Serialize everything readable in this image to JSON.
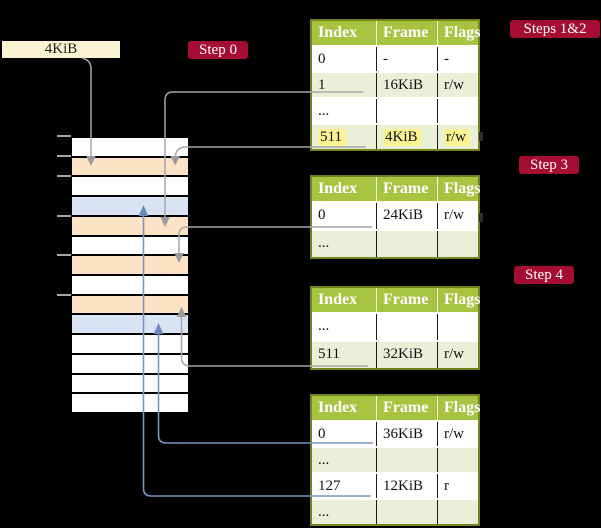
{
  "figure": {
    "frame_label": "4KiB",
    "badges": {
      "step0": "Step 0",
      "steps12": "Steps 1&2",
      "step3": "Step 3",
      "step4": "Step 4"
    }
  },
  "memory": {
    "rows": [
      "white",
      "orange",
      "white",
      "blue",
      "orange",
      "white",
      "orange",
      "white",
      "orange",
      "blue",
      "white",
      "white",
      "white",
      "white"
    ]
  },
  "tables": [
    {
      "title": "page-table-steps-1-2",
      "headers": [
        "Index",
        "Frame",
        "Flags"
      ],
      "rows": [
        {
          "cells": [
            "0",
            "-",
            "-"
          ],
          "shaded": false,
          "highlighted": false
        },
        {
          "cells": [
            "1",
            "16KiB",
            "r/w"
          ],
          "shaded": true,
          "highlighted": false
        },
        {
          "cells": [
            "...",
            "",
            ""
          ],
          "shaded": false,
          "highlighted": false
        },
        {
          "cells": [
            "511",
            "4KiB",
            "r/w"
          ],
          "shaded": true,
          "highlighted": true
        }
      ]
    },
    {
      "title": "page-table-step-3",
      "headers": [
        "Index",
        "Frame",
        "Flags"
      ],
      "rows": [
        {
          "cells": [
            "0",
            "24KiB",
            "r/w"
          ],
          "shaded": false,
          "highlighted": false
        },
        {
          "cells": [
            "...",
            "",
            ""
          ],
          "shaded": true,
          "highlighted": false
        }
      ]
    },
    {
      "title": "page-table-step-4",
      "headers": [
        "Index",
        "Frame",
        "Flags"
      ],
      "rows": [
        {
          "cells": [
            "...",
            "",
            ""
          ],
          "shaded": false,
          "highlighted": false
        },
        {
          "cells": [
            "511",
            "32KiB",
            "r/w"
          ],
          "shaded": true,
          "highlighted": false
        }
      ]
    },
    {
      "title": "page-table-final",
      "headers": [
        "Index",
        "Frame",
        "Flags"
      ],
      "rows": [
        {
          "cells": [
            "0",
            "36KiB",
            "r/w"
          ],
          "shaded": false,
          "highlighted": false
        },
        {
          "cells": [
            "...",
            "",
            ""
          ],
          "shaded": true,
          "highlighted": false
        },
        {
          "cells": [
            "127",
            "12KiB",
            "r"
          ],
          "shaded": false,
          "highlighted": false
        },
        {
          "cells": [
            "...",
            "",
            ""
          ],
          "shaded": true,
          "highlighted": false
        }
      ]
    }
  ],
  "colors": {
    "bg_black": "#000000",
    "badge_red": "#a60d33",
    "cream": "#fcf3d2",
    "header_green": "#a7c440",
    "row_green": "#eaf0d8",
    "border_olive": "#75821f",
    "highlight_yellow": "#fbf293",
    "mem_orange": "#fce3c6",
    "mem_blue": "#d8e4f3",
    "arrow_gray": "#a6a6a6",
    "arrow_blue": "#7b96c6"
  }
}
